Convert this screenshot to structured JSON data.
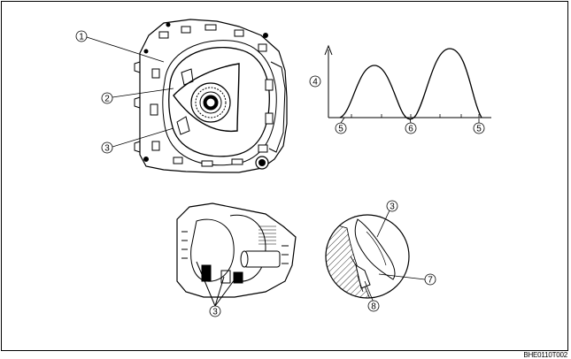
{
  "figure_code": "BHE0110T002",
  "callouts": {
    "c1": "1",
    "c2": "2",
    "c3_upper": "3",
    "c4": "4",
    "c5_left": "5",
    "c6": "6",
    "c5_right": "5",
    "c3_detail": "3",
    "c7": "7",
    "c8": "8",
    "c3_lower": "3"
  }
}
